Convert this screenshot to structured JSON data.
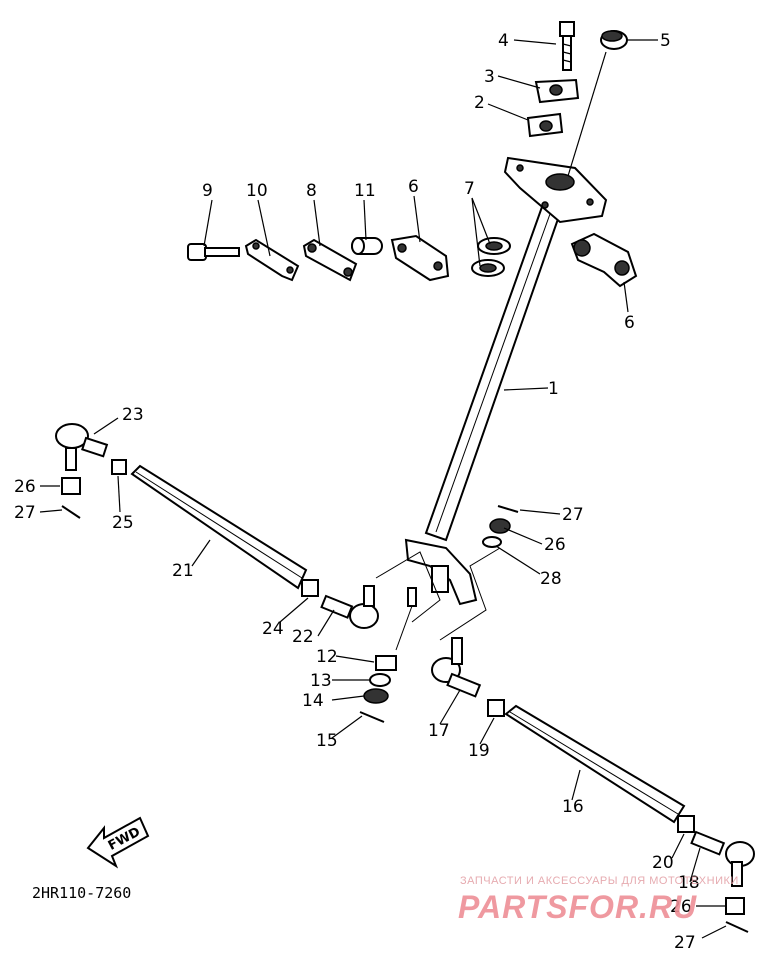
{
  "diagram": {
    "part_labels": {
      "p1": "1",
      "p2": "2",
      "p3": "3",
      "p4": "4",
      "p5": "5",
      "p6a": "6",
      "p6b": "6",
      "p7": "7",
      "p8": "8",
      "p9": "9",
      "p10": "10",
      "p11": "11",
      "p12": "12",
      "p13": "13",
      "p14": "14",
      "p15": "15",
      "p16": "16",
      "p17": "17",
      "p18": "18",
      "p19": "19",
      "p20": "20",
      "p21": "21",
      "p22": "22",
      "p23": "23",
      "p24": "24",
      "p25": "25",
      "p26a": "26",
      "p26b": "26",
      "p26c": "26",
      "p27a": "27",
      "p27b": "27",
      "p27c": "27",
      "p28": "28"
    },
    "fwd_label": "FWD",
    "drawing_code": "2HR110-7260"
  },
  "watermark": {
    "tagline": "ЗАПЧАСТИ И АКСЕССУАРЫ ДЛЯ МОТОТЕХНИКИ",
    "brand": "PARTSFOR.RU",
    "color": "#ee8e96"
  }
}
